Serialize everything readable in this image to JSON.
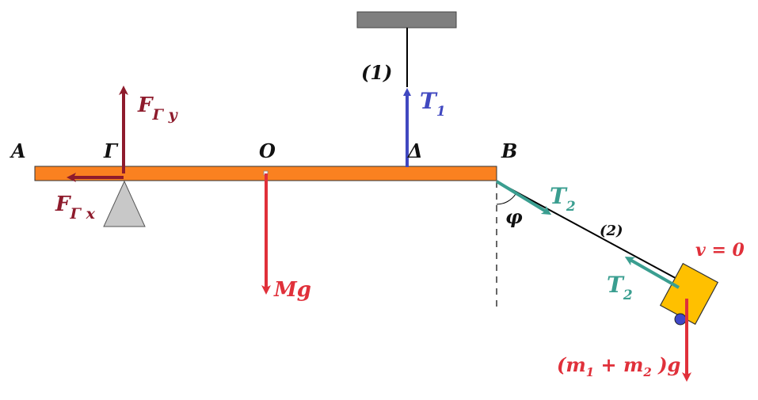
{
  "points": {
    "A": "A",
    "Gamma": "Γ",
    "O": "O",
    "Delta": "Δ",
    "B": "B"
  },
  "string1_label": "(1)",
  "string2_label": "(2)",
  "angle_label": "φ",
  "velocity_label": "v = 0",
  "forces": {
    "T1": {
      "main": "T",
      "sub": "1"
    },
    "T2_top": {
      "main": "T",
      "sub": "2"
    },
    "T2_bottom": {
      "main": "T",
      "sub": "2"
    },
    "F_gamma_y": {
      "main": "F",
      "sub": "Γ y"
    },
    "F_gamma_x": {
      "main": "F",
      "sub": "Γ x"
    },
    "Mg": "Mg",
    "weight": {
      "open": "(m",
      "sub1": "1",
      "plus": " + m",
      "sub2": "2",
      "close": " )g"
    }
  },
  "colors": {
    "rod": "#fa8120",
    "ceiling": "#7f7f7f",
    "support": "#c8c8c8",
    "tension1": "#4048c0",
    "tension2": "#3a9e90",
    "reaction": "#8e1b2c",
    "weight": "#e0303a",
    "block": "#ffc000",
    "ball": "#4048c8"
  }
}
